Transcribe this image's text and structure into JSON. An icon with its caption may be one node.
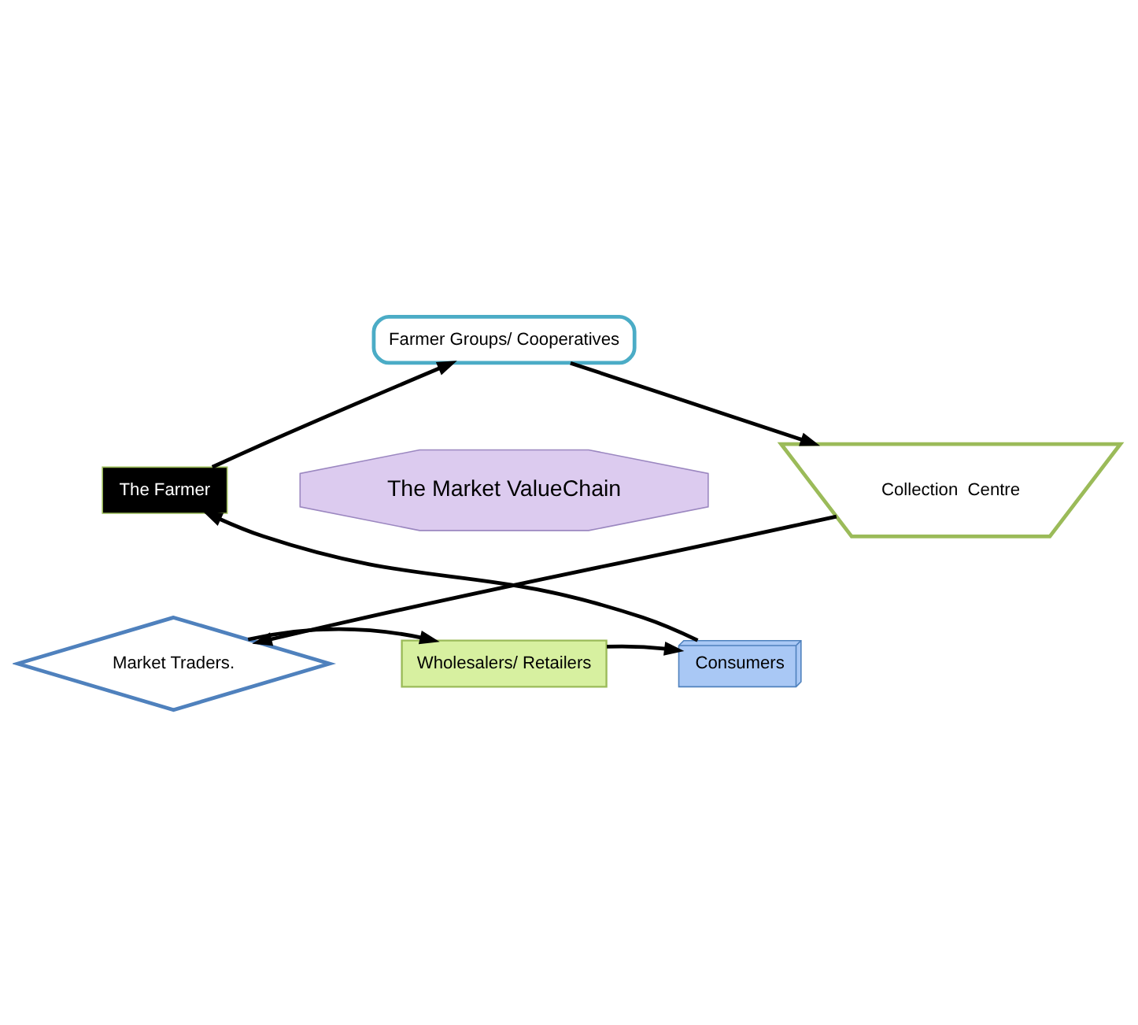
{
  "diagram": {
    "nodes": [
      {
        "text": [
          "Farmer Groups/ Cooperatives"
        ]
      },
      {
        "text": [
          "Collection  Centre"
        ]
      },
      {
        "text": [
          "Market Traders."
        ]
      },
      {
        "text": [
          "Wholesalers/ Retailers"
        ]
      },
      {
        "text": [
          "Consumers"
        ]
      },
      {
        "text": [
          "The Farmer"
        ]
      },
      {
        "text": [
          "The Market ValueChain"
        ]
      }
    ],
    "edges": [
      {
        "from": 5,
        "to": 0,
        "arrow": "to"
      },
      {
        "from": 0,
        "to": 1,
        "arrow": "to"
      },
      {
        "from": 1,
        "to": 2,
        "arrow": "to"
      },
      {
        "from": 2,
        "to": 3,
        "arrow": "to"
      },
      {
        "from": 3,
        "to": 4,
        "arrow": "to"
      },
      {
        "from": 4,
        "to": 5,
        "arrow": "to"
      }
    ]
  }
}
